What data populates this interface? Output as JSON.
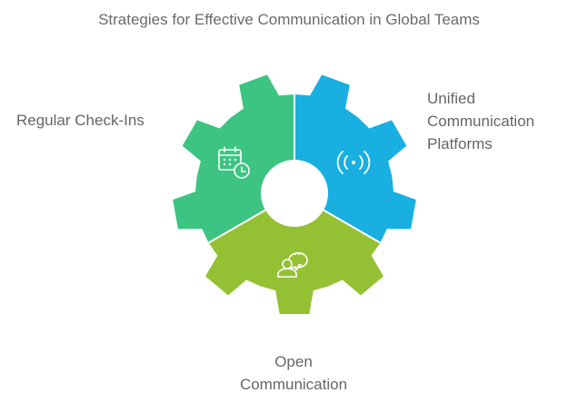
{
  "title": "Strategies for Effective Communication in Global Teams",
  "segments": [
    {
      "id": "regular-check-ins",
      "label": "Regular Check-Ins",
      "color": "#3DC482",
      "icon": "calendar-clock-icon"
    },
    {
      "id": "unified-communication-platforms",
      "label_lines": [
        "Unified",
        "Communication",
        "Platforms"
      ],
      "color": "#19AFE0",
      "icon": "broadcast-signal-icon"
    },
    {
      "id": "open-communication",
      "label_lines": [
        "Open",
        "Communication"
      ],
      "color": "#94C133",
      "icon": "person-chat-icon"
    }
  ]
}
